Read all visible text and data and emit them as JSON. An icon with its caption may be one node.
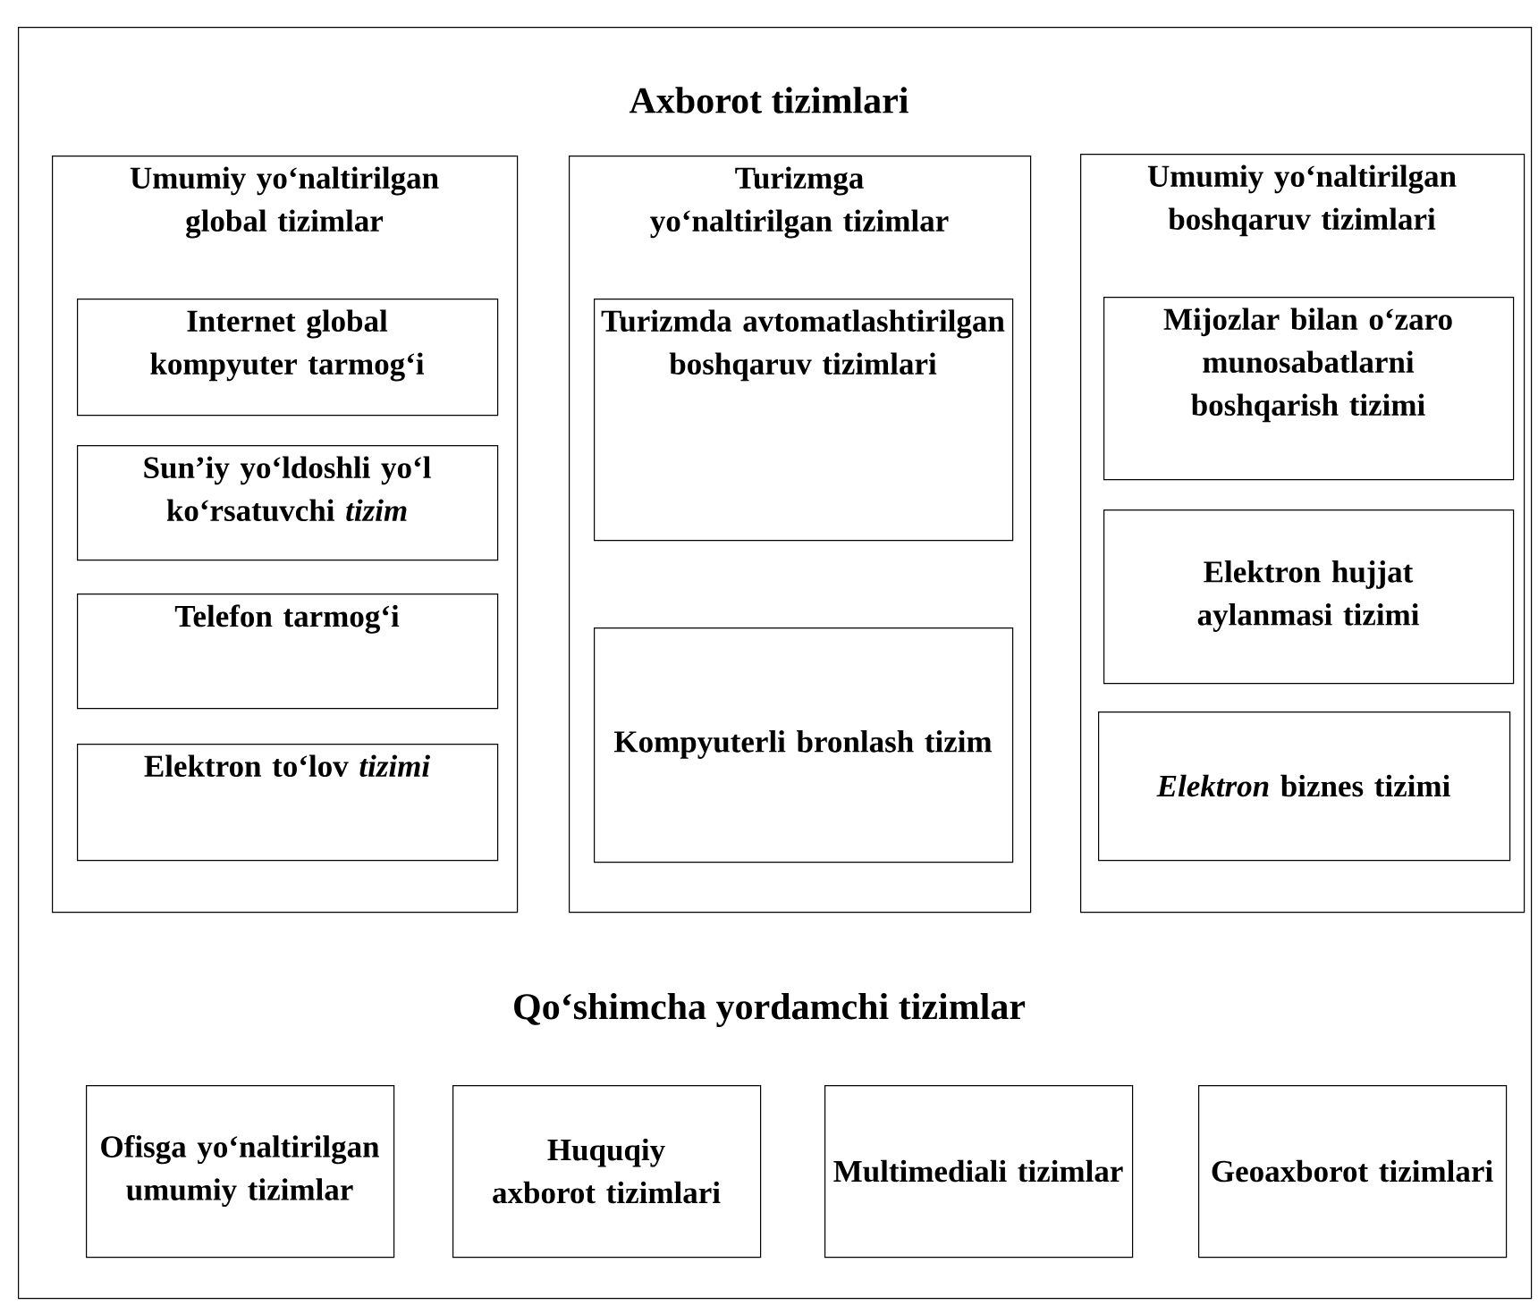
{
  "diagram": {
    "nodes": [
      {
        "text": [
          "Axborot tizimlari",
          "Qo‘shimcha yordamchi tizimlar"
        ]
      },
      {
        "text": [
          "Umumiy yo‘naltirilgan global tizimlar"
        ],
        "in": 0
      },
      {
        "text": [
          "Internet global kompyuter tarmog‘i"
        ],
        "in": 1
      },
      {
        "text": [
          "Sun’iy yo‘ldoshli yo‘l ko‘rsatuvchi *tizim*"
        ],
        "in": 1
      },
      {
        "text": [
          "Telefon tarmog‘i"
        ],
        "in": 1
      },
      {
        "text": [
          "Elektron to‘lov *tizimi*"
        ],
        "in": 1
      },
      {
        "text": [
          "Turizmga yo‘naltirilgan tizimlar"
        ],
        "in": 0
      },
      {
        "text": [
          "Turizmda avtomatlashtirilgan boshqaruv tizimlari"
        ],
        "in": 6
      },
      {
        "text": [
          "Kompyuterli bronlash tizim"
        ],
        "in": 6
      },
      {
        "text": [
          "Umumiy yo‘naltirilgan boshqaruv tizimlari"
        ],
        "in": 0
      },
      {
        "text": [
          "Mijozlar bilan o‘zaro munosabatlarni boshqarish tizimi"
        ],
        "in": 9
      },
      {
        "text": [
          "Elektron hujjat aylanmasi tizimi"
        ],
        "in": 9
      },
      {
        "text": [
          "*Elektron* biznes tizimi"
        ],
        "in": 9
      },
      {
        "text": [
          "Ofisga yo‘naltirilgan umumiy tizimlar"
        ],
        "in": 0
      },
      {
        "text": [
          "Huquqiy axborot tizimlari"
        ],
        "in": 0
      },
      {
        "text": [
          "Multimediali tizimlar"
        ],
        "in": 0
      },
      {
        "text": [
          "Geoaxborot tizimlari"
        ],
        "in": 0
      }
    ]
  }
}
